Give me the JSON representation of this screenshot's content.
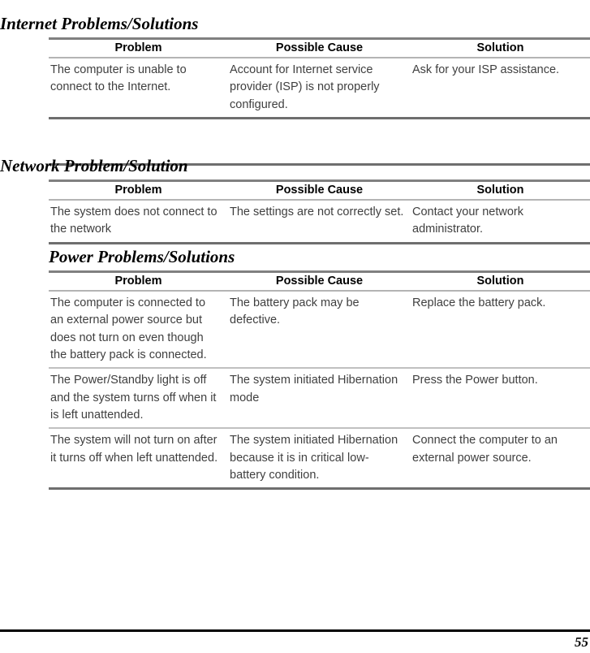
{
  "document": {
    "page_number": "55"
  },
  "columns": [
    "Problem",
    "Possible Cause",
    "Solution"
  ],
  "sections": [
    {
      "heading": "Internet Problems/Solutions",
      "rows": [
        {
          "problem": "The computer is unable to connect to the Internet.",
          "cause": "Account for Internet service provider (ISP) is not properly configured.",
          "solution": "Ask for your ISP assistance."
        }
      ]
    },
    {
      "heading": "Network Problem/Solution",
      "rows": [
        {
          "problem": "The system does not connect to the network",
          "cause": "The settings are not correctly set.",
          "solution": "Contact your network administrator."
        }
      ]
    },
    {
      "heading": "Power Problems/Solutions",
      "rows": [
        {
          "problem": "The computer is connected to an external power source but does not turn on even though the battery pack is connected.",
          "cause": "The battery pack may be defective.",
          "solution": "Replace the battery pack."
        },
        {
          "problem": "The Power/Standby light is off and the system turns off when it is left unattended.",
          "cause": "The system initiated Hibernation mode",
          "solution": "Press the Power button."
        },
        {
          "problem": "The system will not turn on after it turns off when left unattended.",
          "cause": "The system initiated Hibernation because it is in critical low-battery condition.",
          "solution": "Connect the computer to an external power source."
        }
      ]
    }
  ]
}
